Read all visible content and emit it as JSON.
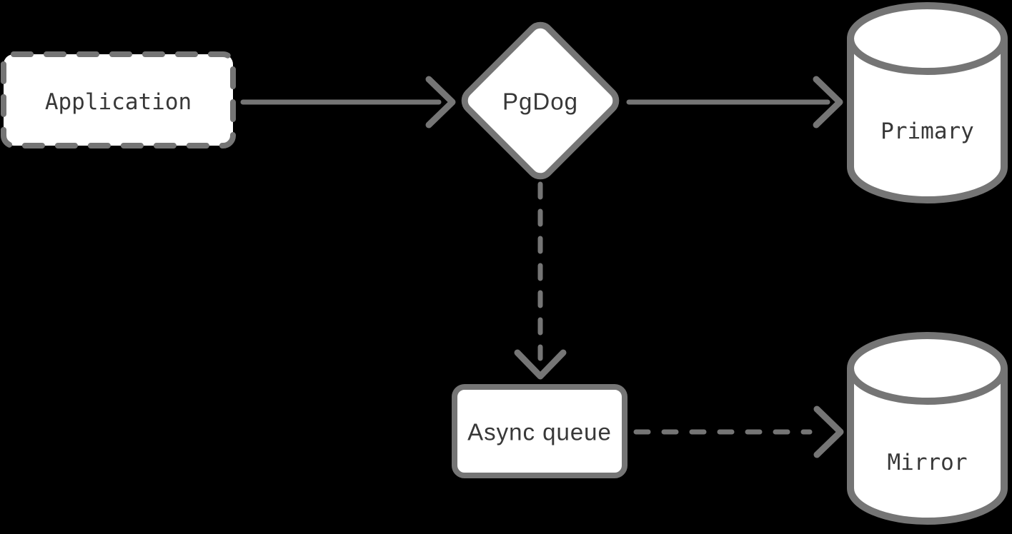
{
  "diagram": {
    "title": "PgDog mirroring architecture diagram",
    "colors": {
      "background": "#000000",
      "stroke": "#757575",
      "text": "#383838",
      "node_fill": "#ffffff"
    },
    "nodes": {
      "application": {
        "label": "Application",
        "shape": "rectangle",
        "border": "dashed"
      },
      "pgdog": {
        "label": "PgDog",
        "shape": "diamond",
        "border": "solid"
      },
      "primary": {
        "label": "Primary",
        "shape": "cylinder",
        "border": "solid"
      },
      "async_queue": {
        "label": "Async queue",
        "shape": "rectangle",
        "border": "solid"
      },
      "mirror": {
        "label": "Mirror",
        "shape": "cylinder",
        "border": "solid"
      }
    },
    "edges": [
      {
        "from": "Application",
        "to": "PgDog",
        "style": "solid",
        "direction": "right"
      },
      {
        "from": "PgDog",
        "to": "Primary",
        "style": "solid",
        "direction": "right"
      },
      {
        "from": "PgDog",
        "to": "Async queue",
        "style": "dashed",
        "direction": "down"
      },
      {
        "from": "Async queue",
        "to": "Mirror",
        "style": "dashed",
        "direction": "right"
      }
    ]
  }
}
